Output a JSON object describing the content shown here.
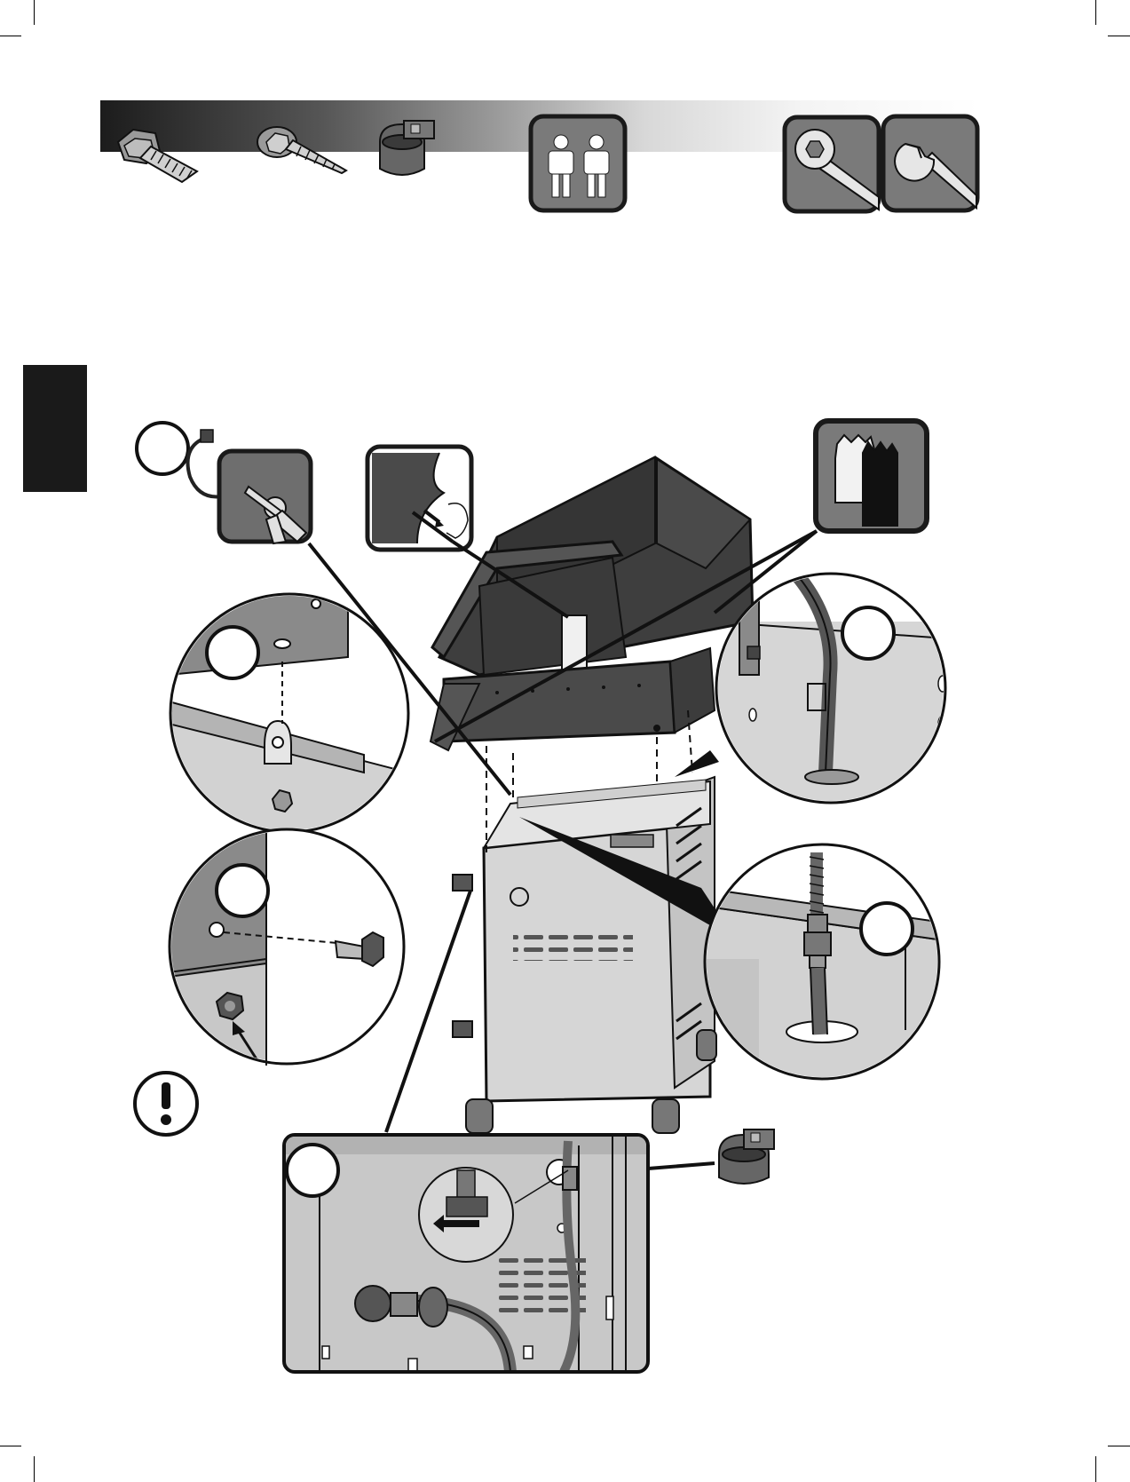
{
  "header": {
    "hardware": [
      {
        "name": "hex-bolt"
      },
      {
        "name": "self-tapping-screw"
      },
      {
        "name": "hose-clip"
      }
    ],
    "people_required": "two-person-icon",
    "tools": [
      "socket-wrench-icon",
      "open-end-wrench-icon"
    ]
  },
  "tools_panel": {
    "cut": "snips-icon",
    "peel": "peel-film-icon",
    "gloves": "gloves-icon"
  },
  "details": [
    {
      "id": "detail-a",
      "label": ""
    },
    {
      "id": "detail-b",
      "label": ""
    },
    {
      "id": "detail-c",
      "label": ""
    },
    {
      "id": "detail-d",
      "label": ""
    },
    {
      "id": "detail-e",
      "label": ""
    },
    {
      "id": "detail-f",
      "label": ""
    }
  ],
  "warning": "exclamation-icon",
  "colors": {
    "dark": "#2a2a2a",
    "mid_gray": "#7a7a7a",
    "panel_gray": "#c8c8c8",
    "light": "#e6e6e6"
  }
}
